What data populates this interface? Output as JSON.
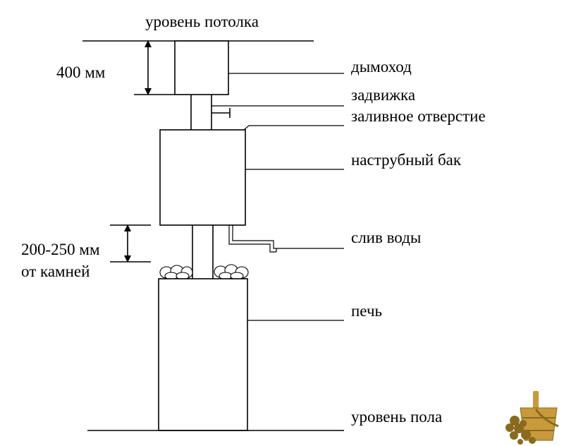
{
  "labels": {
    "ceiling_level": "уровень потолка",
    "chimney": "дымоход",
    "damper": "задвижка",
    "fill_opening": "заливное отверстие",
    "tank": "наструбный бак",
    "water_drain": "слив воды",
    "stove": "печь",
    "floor_level": "уровень пола"
  },
  "dimensions": {
    "chimney_clearance": "400 мм",
    "stones_clearance_line1": "200-250 мм",
    "stones_clearance_line2": "от камней"
  },
  "logo": {
    "icon": "bath-bucket-whisk-icon",
    "colors": {
      "bucket": "#c89a3c",
      "leaves": "#8a6a1e"
    }
  }
}
